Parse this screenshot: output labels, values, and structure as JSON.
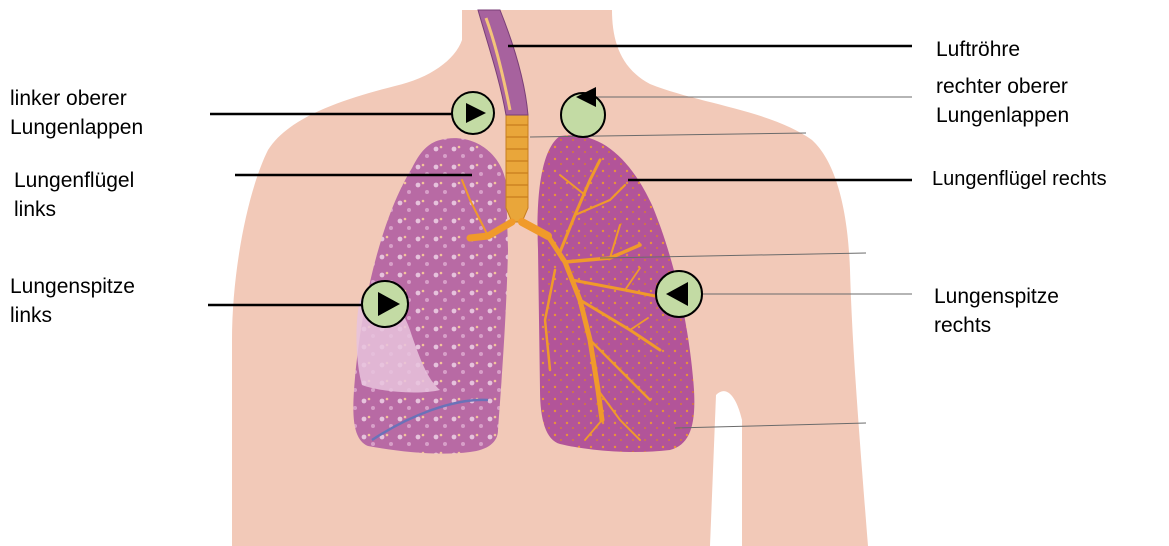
{
  "labels": {
    "luftroehre": [
      "Luftröhre"
    ],
    "rechter_oberer_lungenlappen": [
      "rechter oberer",
      "Lungenlappen"
    ],
    "linker_oberer_lungenlappen": [
      "linker oberer",
      "Lungenlappen"
    ],
    "lungenfluegel_links": [
      "Lungenflügel",
      "links"
    ],
    "lungenfluegel_rechts": [
      "Lungenflügel rechts"
    ],
    "lungenspitze_links": [
      "Lungenspitze",
      "links"
    ],
    "lungenspitze_rechts": [
      "Lungenspitze",
      "rechts"
    ]
  },
  "colors": {
    "skin": "#f2c9b8",
    "lung": "#b45a9b",
    "lung_light": "#d9a3cc",
    "bronchi": "#f0a030",
    "trachea": "#e9a63a",
    "marker": "#c3dba4"
  }
}
